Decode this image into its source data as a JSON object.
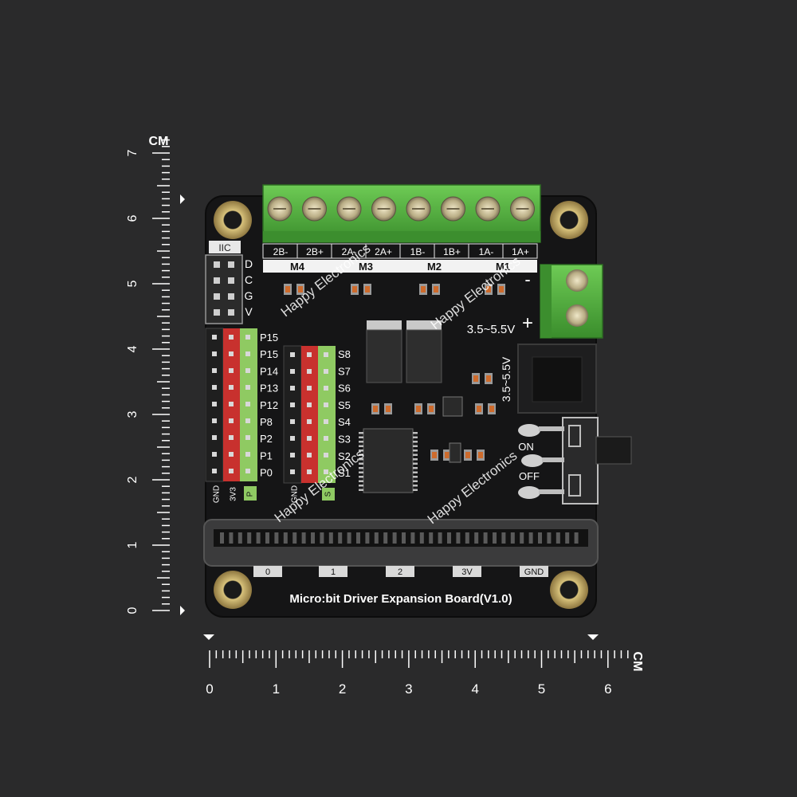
{
  "ruler": {
    "unit_label": "CM",
    "vertical_ticks": [
      "0",
      "1",
      "2",
      "3",
      "4",
      "5",
      "6",
      "7"
    ],
    "horizontal_ticks": [
      "0",
      "1",
      "2",
      "3",
      "4",
      "5",
      "6"
    ]
  },
  "board": {
    "title": "Micro:bit Driver Expansion Board(V1.0)",
    "motor_terminals": [
      "2B-",
      "2B+",
      "2A-",
      "2A+",
      "1B-",
      "1B+",
      "1A-",
      "1A+"
    ],
    "motor_groups": [
      "M4",
      "M3",
      "M2",
      "M1"
    ],
    "power_terminal": {
      "minus": "-",
      "plus": "+",
      "voltage": "3.5~5.5V"
    },
    "dc_jack_voltage": "3.5~5.5V",
    "switch": {
      "on": "ON",
      "off": "OFF"
    },
    "iic": {
      "label": "IIC",
      "pins": [
        "D",
        "C",
        "G",
        "V"
      ]
    },
    "gpio_pins": [
      "P15",
      "P15",
      "P14",
      "P13",
      "P12",
      "P8",
      "P2",
      "P1",
      "P0"
    ],
    "gpio_column_labels": [
      "GND",
      "3V3",
      "P"
    ],
    "servo_pins": [
      "S8",
      "S7",
      "S6",
      "S5",
      "S4",
      "S3",
      "S2",
      "S1"
    ],
    "servo_column_labels": [
      "GND",
      "",
      "S"
    ],
    "edge_labels": [
      "0",
      "1",
      "2",
      "3V",
      "GND"
    ]
  },
  "watermark": "Happy Electronics",
  "colors": {
    "background": "#2a2a2b",
    "pcb": "#151516",
    "terminal_green": "#4cae3a",
    "header_red": "#c8312e",
    "header_green": "#8fca62",
    "gold": "#b69a52"
  }
}
